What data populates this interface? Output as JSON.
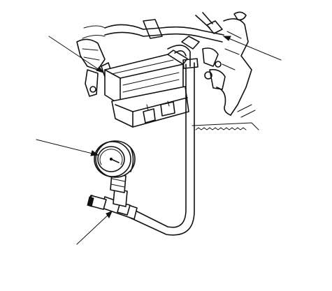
{
  "figure": {
    "background": "#ffffff",
    "line_color": "#111111",
    "components": [
      {
        "id": "engine-assembly",
        "icon": "engine-block"
      },
      {
        "id": "fuel-pressure-gauge",
        "icon": "pressure-gauge"
      },
      {
        "id": "gauge-hose",
        "icon": "hose"
      },
      {
        "id": "t-fitting",
        "icon": "t-fitting"
      }
    ],
    "leaders": 4
  }
}
